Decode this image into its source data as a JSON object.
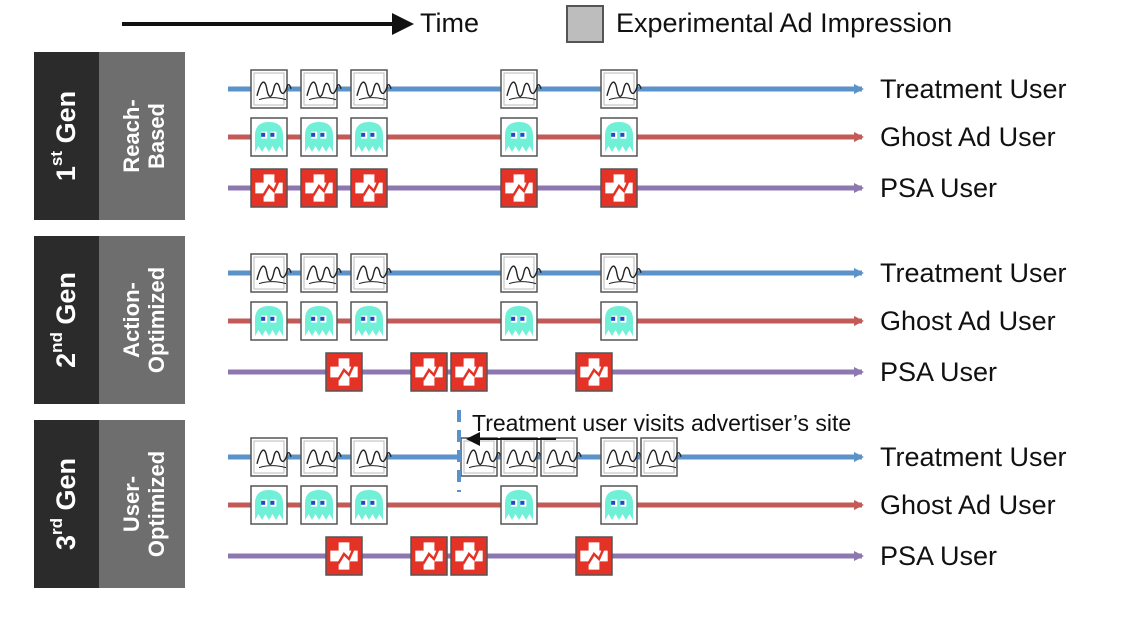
{
  "legend": {
    "time_label": "Time",
    "impression_label": "Experimental Ad Impression"
  },
  "colors": {
    "treatment": "#5b92c9",
    "ghost": "#c25a58",
    "psa": "#8c77b0",
    "gen_block": "#2b2b2b",
    "type_block": "#6e6e6e",
    "dash": "#5b92c9",
    "ghost_icon": "#6ff0d7",
    "psa_icon": "#e53226"
  },
  "icons": {
    "treatment": "signature-ad-icon",
    "ghost": "ghost-icon",
    "psa": "psa-cross-icon"
  },
  "sections": [
    {
      "gen": "1",
      "gen_suffix": "st",
      "gen_word": "Gen",
      "type_lines": [
        "Reach-",
        "Based"
      ],
      "rows": [
        {
          "kind": "treatment",
          "label": "Treatment User",
          "slots": [
            0,
            1,
            2,
            5,
            7
          ]
        },
        {
          "kind": "ghost",
          "label": "Ghost Ad User",
          "slots": [
            0,
            1,
            2,
            5,
            7
          ]
        },
        {
          "kind": "psa",
          "label": "PSA User",
          "slots": [
            0,
            1,
            2,
            5,
            7
          ]
        }
      ]
    },
    {
      "gen": "2",
      "gen_suffix": "nd",
      "gen_word": "Gen",
      "type_lines": [
        "Action-",
        "Optimized"
      ],
      "rows": [
        {
          "kind": "treatment",
          "label": "Treatment User",
          "slots": [
            0,
            1,
            2,
            5,
            7
          ]
        },
        {
          "kind": "ghost",
          "label": "Ghost Ad User",
          "slots": [
            0,
            1,
            2,
            5,
            7
          ]
        },
        {
          "kind": "psa",
          "label": "PSA User",
          "slots": [
            1.5,
            3.2,
            4.0,
            6.5
          ]
        }
      ]
    },
    {
      "gen": "3",
      "gen_suffix": "rd",
      "gen_word": "Gen",
      "type_lines": [
        "User-",
        "Optimized"
      ],
      "annotation": "Treatment user visits advertiser’s site",
      "rows": [
        {
          "kind": "treatment",
          "label": "Treatment User",
          "slots": [
            0,
            1,
            2,
            4.2,
            5,
            5.8,
            7,
            7.8
          ]
        },
        {
          "kind": "ghost",
          "label": "Ghost Ad User",
          "slots": [
            0,
            1,
            2,
            5,
            7
          ]
        },
        {
          "kind": "psa",
          "label": "PSA User",
          "slots": [
            1.5,
            3.2,
            4.0,
            6.5
          ]
        }
      ]
    }
  ]
}
